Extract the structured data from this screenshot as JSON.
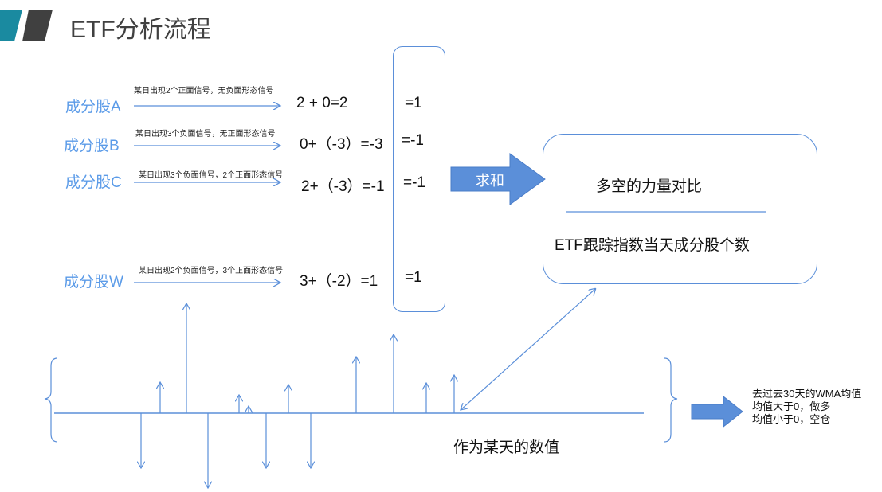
{
  "title": "ETF分析流程",
  "rows": [
    {
      "stock": "成分股A",
      "note": "某日出现2个正面信号，无负面形态信号",
      "calc": "2 + 0=2",
      "result": "=1"
    },
    {
      "stock": "成分股B",
      "note": "某日出现3个负面信号，无正面形态信号",
      "calc": "0+（-3）=-3",
      "result": "=-1"
    },
    {
      "stock": "成分股C",
      "note": "某日出现3个负面信号，2个正面形态信号",
      "calc": "2+（-3）=-1",
      "result": "=-1"
    },
    {
      "stock": "成分股W",
      "note": "某日出现2个负面信号，3个正面形态信号",
      "calc": "3+（-2）=1",
      "result": "=1"
    }
  ],
  "sum_label": "求和",
  "ratio": {
    "numerator": "多空的力量对比",
    "denominator": "ETF跟踪指数当天成分股个数"
  },
  "day_value_label": "作为某天的数值",
  "rule": [
    "去过去30天的WMA均值",
    "均值大于0，做多",
    "均值小于0，空仓"
  ],
  "colors": {
    "accent": "#5b8fd9",
    "stock_text": "#5b9be8",
    "teal": "#1a8aa0",
    "dark": "#404040"
  }
}
